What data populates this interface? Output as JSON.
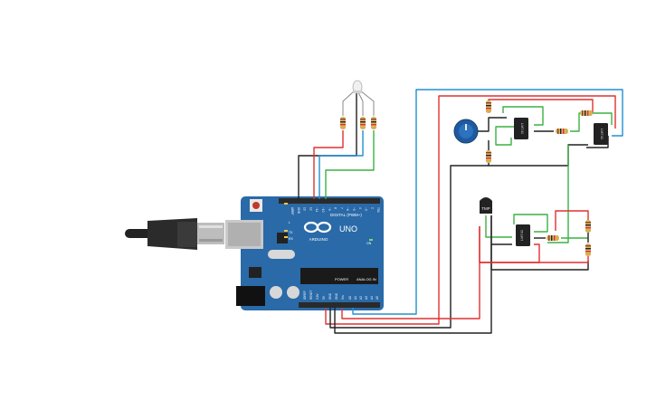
{
  "board": {
    "brand": "ARDUINO",
    "model": "UNO",
    "digital_label": "DIGITAL (PWM~)",
    "power_label": "POWER",
    "analog_label": "ANALOG IN",
    "tx_label": "TX",
    "rx_label": "RX",
    "l_label": "L",
    "on_label": "ON",
    "pin_aref": "AREF",
    "pin_gnd": "GND",
    "digital_pins": [
      "13",
      "12",
      "~11",
      "~10",
      "~9",
      "8",
      "7",
      "~6",
      "~5",
      "4",
      "~3",
      "2",
      "TX1",
      "RX0"
    ],
    "power_pins": [
      "IOREF",
      "RESET",
      "3.3V",
      "5V",
      "GND",
      "GND",
      "Vin"
    ],
    "analog_pins": [
      "A0",
      "A1",
      "A2",
      "A3",
      "A4",
      "A5"
    ]
  },
  "components": {
    "temp_sensor_label": "TMP",
    "chip_top_left": "LM741",
    "chip_top_right": "LM741",
    "chip_bottom": "LM741"
  },
  "colors": {
    "board": "#2a6aa8",
    "wire_red": "#e03030",
    "wire_black": "#202020",
    "wire_blue": "#2090d0",
    "wire_green": "#3cb043",
    "resistor_body": "#d9b36c",
    "pot_body": "#1f5aa0"
  }
}
